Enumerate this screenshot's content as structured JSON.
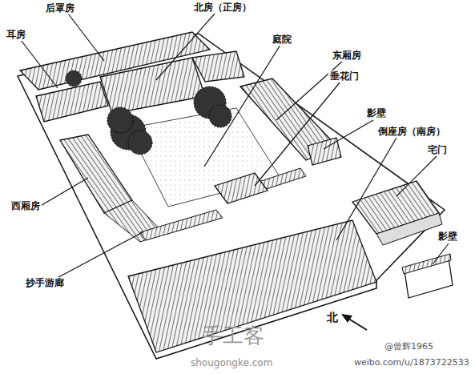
{
  "diagram": {
    "labels": [
      "后罩房",
      "北房（正房）",
      "耳房",
      "庭院",
      "东厢房",
      "垂花门",
      "影壁",
      "倒座房（南房）",
      "宅门",
      "西厢房",
      "抄手游廊",
      "影壁",
      "北",
      "手工客",
      "shougongke.com",
      "@曾辉1965",
      "weibo.com/u/1873722533"
    ]
  }
}
